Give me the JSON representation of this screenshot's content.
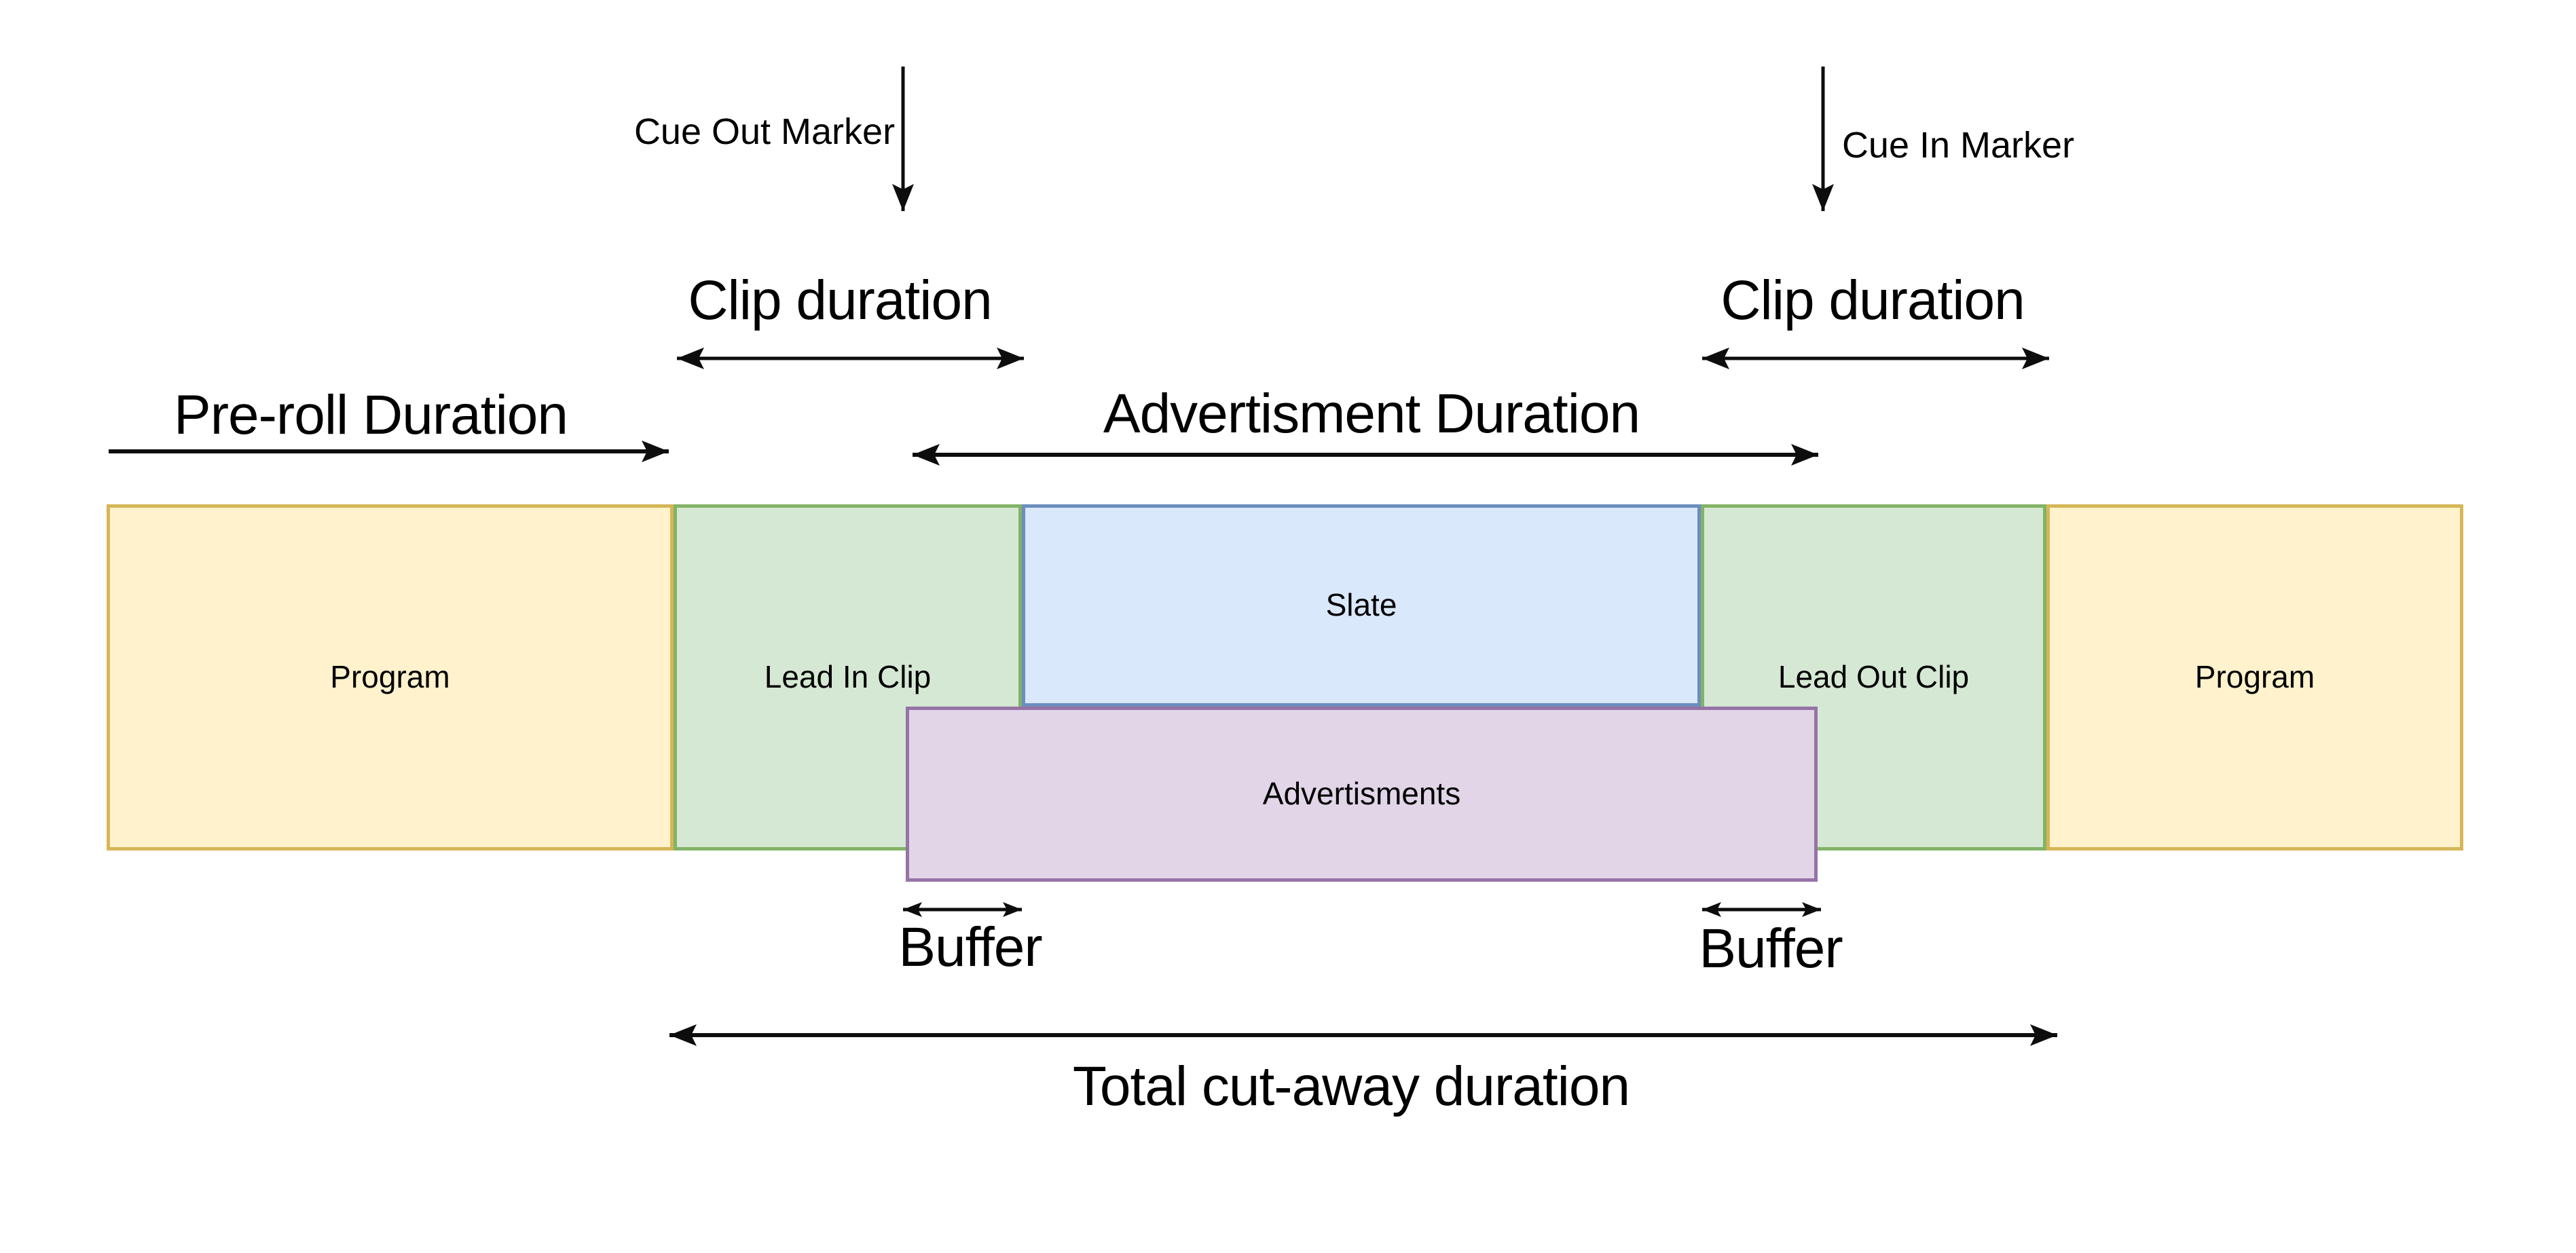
{
  "diagram": {
    "colors": {
      "background": "#ffffff",
      "arrow": "#0d0d0d",
      "program_fill": "#FFF2CC",
      "program_stroke": "#D6B656",
      "lead_clip_fill": "#D5E8D4",
      "lead_clip_stroke": "#82B366",
      "slate_fill": "#DAE8FC",
      "slate_stroke": "#6C8EBF",
      "ads_fill": "#E1D5E7",
      "ads_stroke": "#9673A6"
    },
    "annotations": {
      "cue_out": "Cue Out Marker",
      "cue_in": "Cue In Marker",
      "clip_duration_left": "Clip duration",
      "clip_duration_right": "Clip duration",
      "pre_roll": "Pre-roll Duration",
      "advertisment_duration": "Advertisment Duration",
      "buffer_left": "Buffer",
      "buffer_right": "Buffer",
      "total_cut_away": "Total cut-away duration"
    },
    "segments": [
      {
        "id": "program-left",
        "label": "Program"
      },
      {
        "id": "lead-in-clip",
        "label": "Lead In Clip"
      },
      {
        "id": "slate",
        "label": "Slate"
      },
      {
        "id": "lead-out-clip",
        "label": "Lead Out Clip"
      },
      {
        "id": "program-right",
        "label": "Program"
      }
    ],
    "overlay": {
      "label": "Advertisments"
    }
  }
}
